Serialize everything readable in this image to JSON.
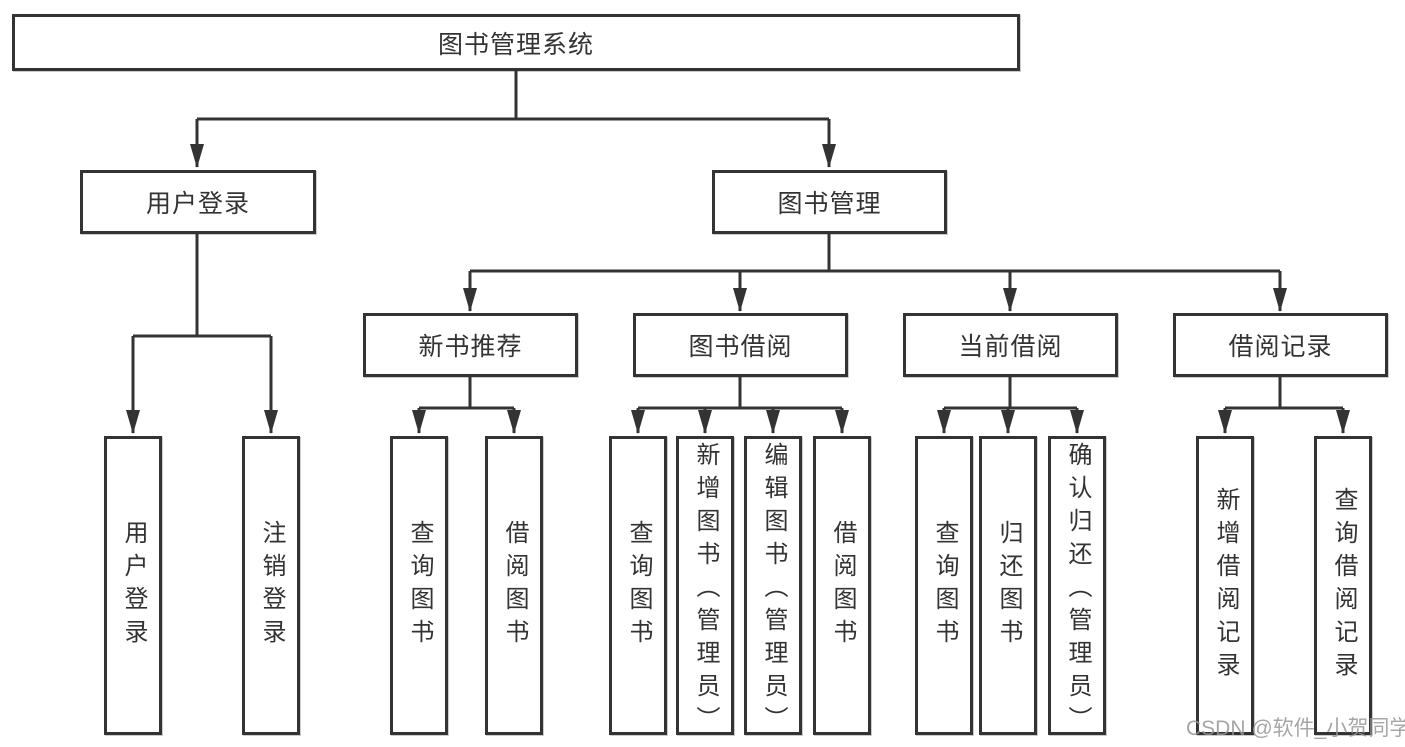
{
  "root": {
    "label": "图书管理系统"
  },
  "branches": [
    {
      "label": "用户登录",
      "children": [
        {
          "label": "用户登录"
        },
        {
          "label": "注销登录"
        }
      ]
    },
    {
      "label": "图书管理",
      "children": [
        {
          "label": "新书推荐",
          "children": [
            {
              "label": "查询图书"
            },
            {
              "label": "借阅图书"
            }
          ]
        },
        {
          "label": "图书借阅",
          "children": [
            {
              "label": "查询图书"
            },
            {
              "label": "新增图书（管理员）"
            },
            {
              "label": "编辑图书（管理员）"
            },
            {
              "label": "借阅图书"
            }
          ]
        },
        {
          "label": "当前借阅",
          "children": [
            {
              "label": "查询图书"
            },
            {
              "label": "归还图书"
            },
            {
              "label": "确认归还（管理员）"
            }
          ]
        },
        {
          "label": "借阅记录",
          "children": [
            {
              "label": "新增借阅记录"
            },
            {
              "label": "查询借阅记录"
            }
          ]
        }
      ]
    }
  ],
  "watermark": {
    "text": "CSDN @软件_小贺同学"
  },
  "colors": {
    "line": "#333333",
    "text": "#333333",
    "box_background": "#ffffff",
    "watermark": "#969696",
    "background": "#ffffff"
  }
}
